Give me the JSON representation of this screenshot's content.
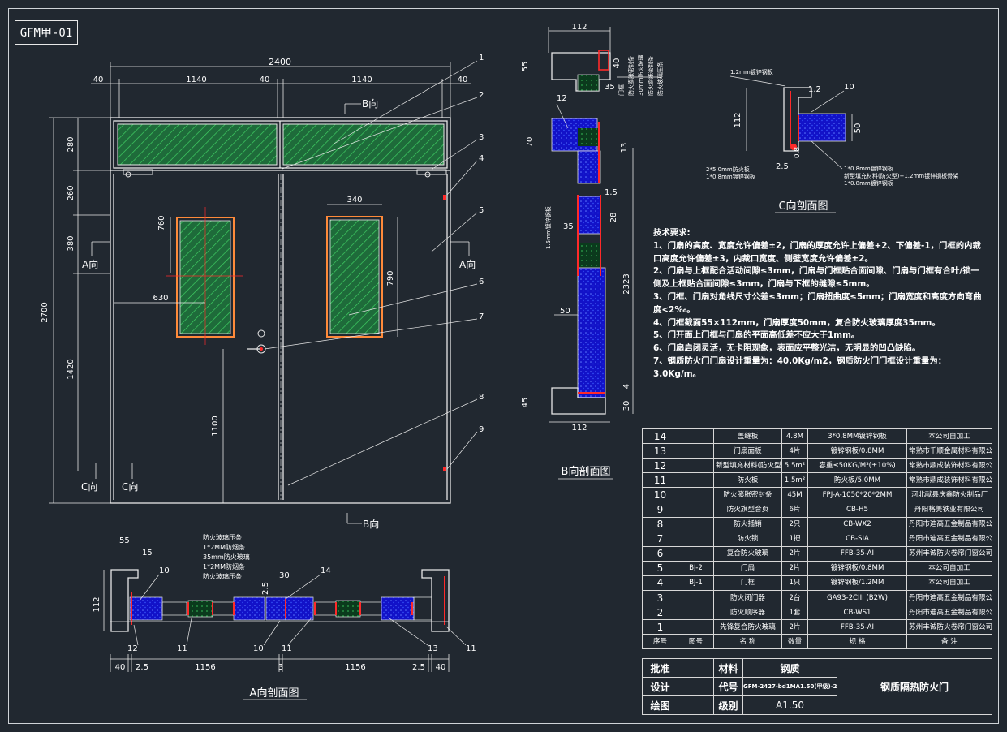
{
  "drawing_code": "GFM甲-01",
  "main_elevation": {
    "overall_width": "2400",
    "width_parts": [
      "40",
      "1140",
      "40",
      "1140",
      "40"
    ],
    "overall_height": "2700",
    "height_parts": [
      "280",
      "260",
      "380",
      "1420"
    ],
    "handle_height": "1100",
    "window_width": "340",
    "window_height_left": "760",
    "window_height_right": "790",
    "window_offset": "630",
    "section_b_top": "B向",
    "section_b_bottom": "B向",
    "section_a_left": "A向",
    "section_a_right": "A向",
    "section_c_left": "C向",
    "section_c_right": "C向",
    "callouts": [
      "1",
      "2",
      "3",
      "4",
      "5",
      "6",
      "7",
      "8",
      "9"
    ]
  },
  "section_b": {
    "title": "B向剖面图",
    "dims": [
      "112",
      "55",
      "40",
      "35",
      "12",
      "70",
      "13",
      "1.5",
      "28",
      "35",
      "2323",
      "50",
      "45",
      "30",
      "4",
      "112"
    ],
    "labels": [
      "门框",
      "防火膨胀密封条",
      "30mm防火玻璃",
      "防火膨胀密封条",
      "防火玻璃压条"
    ],
    "side_label": "1.5mm镀锌钢板"
  },
  "section_c": {
    "title": "C向剖面图",
    "top_label": "1.2mm镀锌钢板",
    "dims": [
      "1.2",
      "10",
      "112",
      "50",
      "0.8",
      "2.5"
    ],
    "labels": [
      "2*5.0mm防火板",
      "1*0.8mm镀锌钢板",
      "1*0.8mm镀锌钢板",
      "新型填充材料(防火型)+1.2mm镀锌钢板骨架",
      "1*0.8mm镀锌钢板"
    ]
  },
  "section_a": {
    "title": "A向剖面图",
    "labels": [
      "防火玻璃压条",
      "1*2MM防烟条",
      "35mm防火玻璃",
      "1*2MM防烟条",
      "防火玻璃压条"
    ],
    "dims_top": [
      "55",
      "15",
      "112",
      "2.5",
      "30"
    ],
    "dims_bottom": [
      "40",
      "2.5",
      "1156",
      "3",
      "1156",
      "2.5",
      "40"
    ],
    "callouts": [
      "10",
      "12",
      "11",
      "10",
      "14",
      "11",
      "13",
      "11"
    ]
  },
  "tech_requirements": {
    "heading": "技术要求:",
    "items": [
      "1、门扇的高度、宽度允许偏差±2，门扇的厚度允许上偏差+2、下偏差-1，门框的内裁口高度允许偏差±3，内裁口宽度、侧壁宽度允许偏差±2。",
      "2、门扇与上框配合活动间隙≤3mm，门扇与门框贴合面间隙、门扇与门框有合叶/锁一侧及上框贴合面间隙≤3mm，门扇与下框的缝隙≤5mm。",
      "3、门框、门扇对角线尺寸公差≤3mm；门扇扭曲度≤5mm；门扇宽度和高度方向弯曲度<2‰。",
      "4、门框截面55×112mm，门扇厚度50mm，复合防火玻璃厚度35mm。",
      "5、门开面上门框与门扇的平面高低差不应大于1mm。",
      "6、门扇启闭灵活，无卡阻现象，表面应平整光洁，无明显的凹凸缺陷。",
      "7、钢质防火门门扇设计重量为：40.0Kg/m2，钢质防火门门框设计重量为：3.0Kg/m。"
    ]
  },
  "bom": {
    "rows": [
      [
        "14",
        "",
        "盖缝板",
        "4.8M",
        "3*0.8MM镀锌钢板",
        "本公司自加工"
      ],
      [
        "13",
        "",
        "门扇面板",
        "4片",
        "镀锌钢板/0.8MM",
        "常熟市千顺金属材料有限公司"
      ],
      [
        "12",
        "",
        "新型填充材料(防火型)",
        "5.5m²",
        "容重≤50KG/M³(±10%)",
        "常熟市鼎成装饰材料有限公司"
      ],
      [
        "11",
        "",
        "防火板",
        "1.5m²",
        "防火板/5.0MM",
        "常熟市鼎成装饰材料有限公司"
      ],
      [
        "10",
        "",
        "防火膨胀密封条",
        "45M",
        "FPJ-A-1050*20*2MM",
        "河北献县庆鑫防火制品厂"
      ],
      [
        "9",
        "",
        "防火旗型合页",
        "6片",
        "CB-H5",
        "丹阳格美铁业有限公司"
      ],
      [
        "8",
        "",
        "防火插销",
        "2只",
        "CB-WX2",
        "丹阳市迪高五金制品有限公司"
      ],
      [
        "7",
        "",
        "防火锁",
        "1把",
        "CB-SIA",
        "丹阳市迪高五金制品有限公司"
      ],
      [
        "6",
        "",
        "复合防火玻璃",
        "2片",
        "FFB-35-AI",
        "苏州丰诚防火卷帘门窗公司"
      ],
      [
        "5",
        "BJ-2",
        "门扇",
        "2片",
        "镀锌钢板/0.8MM",
        "本公司自加工"
      ],
      [
        "4",
        "BJ-1",
        "门框",
        "1只",
        "镀锌钢板/1.2MM",
        "本公司自加工"
      ],
      [
        "3",
        "",
        "防火闭门器",
        "2台",
        "GA93-2CIII (B2W)",
        "丹阳市迪高五金制品有限公司"
      ],
      [
        "2",
        "",
        "防火顺序器",
        "1套",
        "CB-WS1",
        "丹阳市迪高五金制品有限公司"
      ],
      [
        "1",
        "",
        "先锋复合防火玻璃",
        "2片",
        "FFB-35-AI",
        "苏州丰诚防火卷帘门窗公司"
      ]
    ],
    "header": [
      "序号",
      "图号",
      "名  称",
      "数量",
      "规  格",
      "备  注"
    ]
  },
  "title_block": {
    "approve": "批准",
    "design": "设计",
    "draw": "绘图",
    "material_label": "材料",
    "material_value": "钢质",
    "code_label": "代号",
    "code_value": "GFM-2427-bd1MA1.50(甲级)-2",
    "grade_label": "级别",
    "grade_value": "A1.50",
    "product_name": "钢质隔热防火门"
  },
  "colors": {
    "background": "#212830",
    "line": "#e8e8e8",
    "frame_red": "#ff2a2a",
    "glass_hatch": "#2fa84f",
    "fill_blue": "#1212c8",
    "glass_green": "#1e6b3a"
  }
}
